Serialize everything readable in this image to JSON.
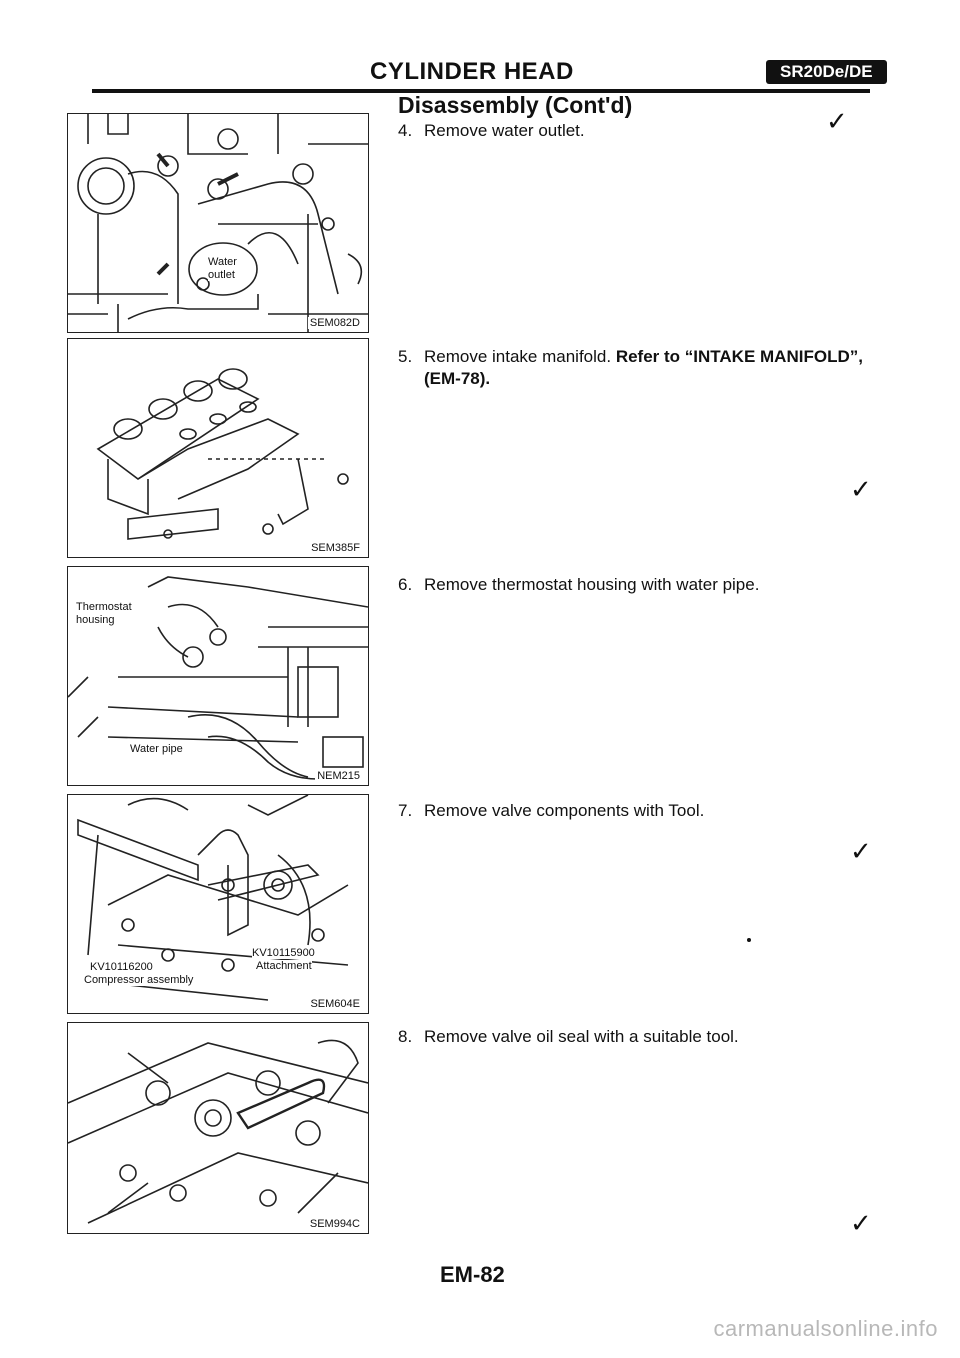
{
  "header": {
    "title": "CYLINDER HEAD",
    "engine": "SR20De/DE"
  },
  "section": {
    "title": "Disassembly (Cont'd)"
  },
  "steps": [
    {
      "num": "4.",
      "text": "Remove water outlet."
    },
    {
      "num": "5.",
      "text": "Remove intake manifold.",
      "ref": "Refer to “INTAKE MANIFOLD”,",
      "ref2": "(EM-78)."
    },
    {
      "num": "6.",
      "text": "Remove thermostat housing with water pipe."
    },
    {
      "num": "7.",
      "text": "Remove valve components with Tool."
    },
    {
      "num": "8.",
      "text": "Remove valve oil seal with a suitable tool."
    }
  ],
  "figures": [
    {
      "code": "SEM082D",
      "labels": [
        "Water",
        "outlet"
      ]
    },
    {
      "code": "SEM385F",
      "labels": []
    },
    {
      "code": "NEM215",
      "labels": [
        "Thermostat",
        "housing",
        "Water pipe"
      ]
    },
    {
      "code": "SEM604E",
      "labels": [
        "KV10116200",
        "Compressor assembly",
        "KV10115900",
        "Attachment"
      ]
    },
    {
      "code": "SEM994C",
      "labels": []
    }
  ],
  "footer": {
    "page": "EM-82"
  },
  "watermark": "carmanualsonline.info",
  "icons": {
    "margin_mark": "check-mark-icon",
    "pointer": "arrow-icon"
  }
}
